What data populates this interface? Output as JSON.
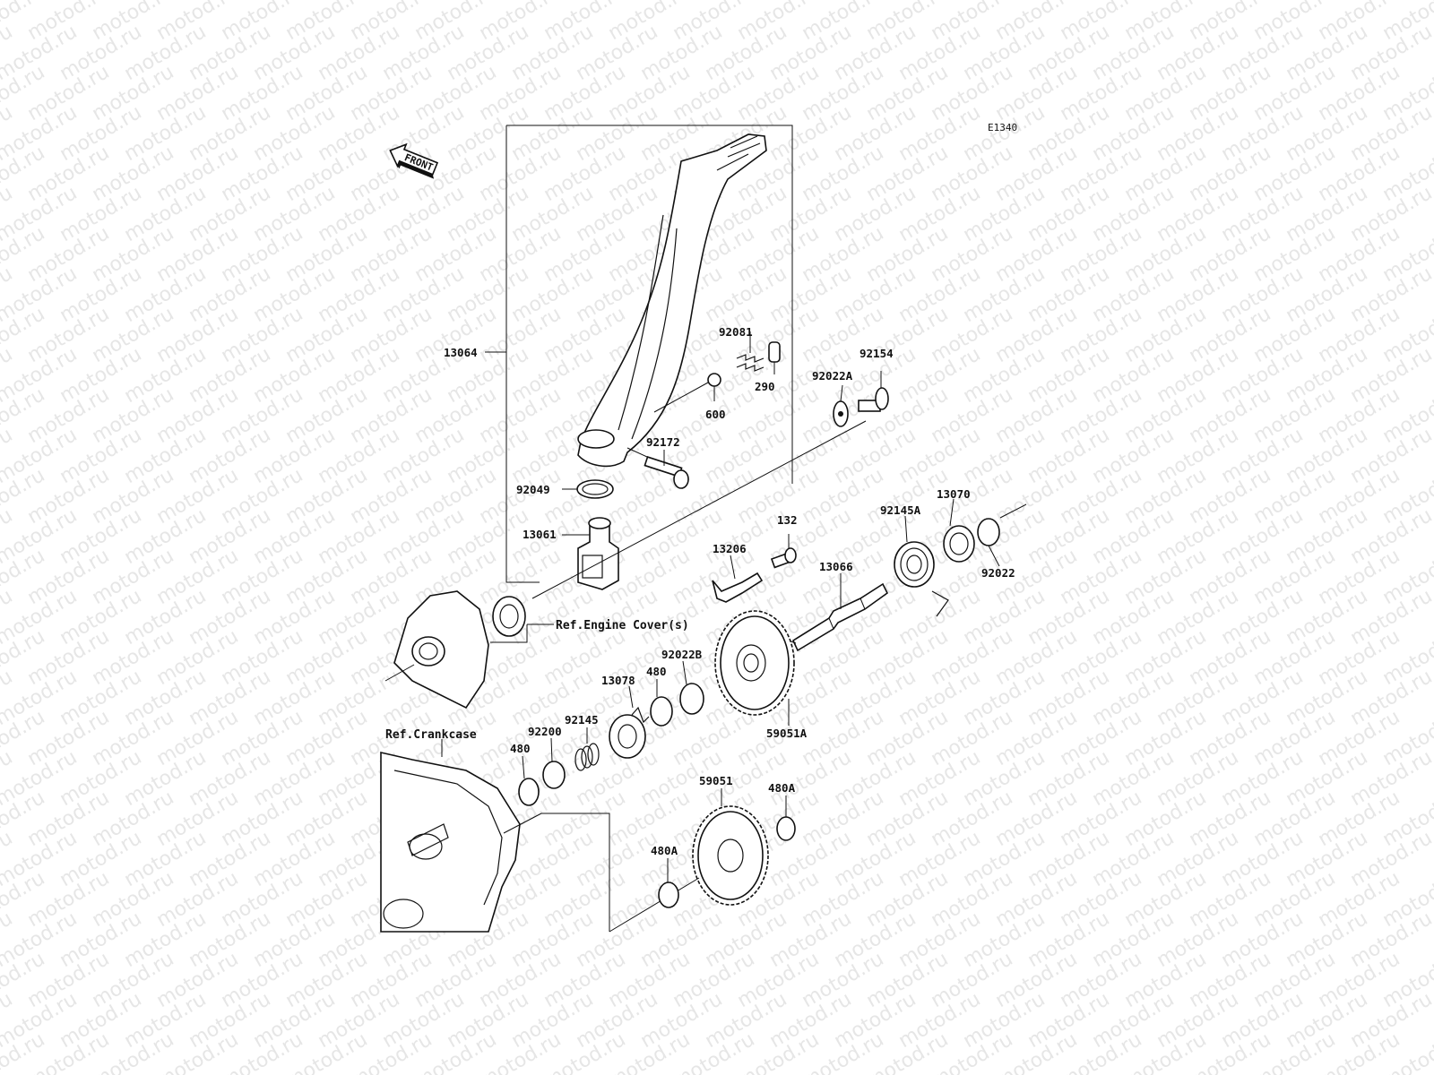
{
  "watermark": "motod.ru",
  "diagram_code": "E1340",
  "front_label": "FRONT",
  "references": {
    "engine_cover": "Ref.Engine Cover(s)",
    "crankcase": "Ref.Crankcase"
  },
  "parts": {
    "p13064": "13064",
    "p92081": "92081",
    "p290": "290",
    "p600": "600",
    "p92172": "92172",
    "p92049": "92049",
    "p13061": "13061",
    "p92154": "92154",
    "p92022A": "92022A",
    "p13070": "13070",
    "p92145A": "92145A",
    "p92022": "92022",
    "p132": "132",
    "p13206": "13206",
    "p13066": "13066",
    "p92022B": "92022B",
    "p480a": "480",
    "p13078": "13078",
    "p59051A": "59051A",
    "p92145": "92145",
    "p92200": "92200",
    "p480b": "480",
    "p59051": "59051",
    "p480A1": "480A",
    "p480A2": "480A"
  }
}
